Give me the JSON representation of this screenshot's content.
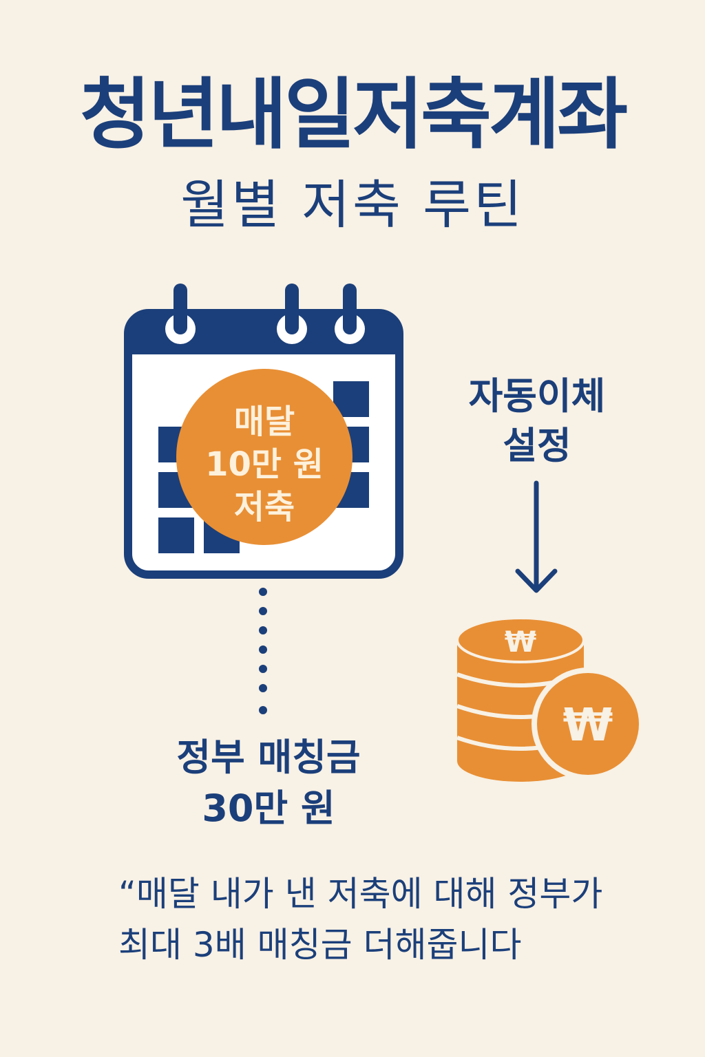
{
  "header": {
    "title": "청년내일저축계좌",
    "subtitle": "월별 저축 루틴"
  },
  "calendar": {
    "badge_line1": "매달",
    "badge_line2": "10만 원",
    "badge_line3": "저축"
  },
  "auto_transfer": {
    "line1": "자동이체",
    "line2": "설정"
  },
  "matching": {
    "line1": "정부 매칭금",
    "line2": "30만 원"
  },
  "coins": {
    "symbol": "₩"
  },
  "quote": {
    "line1": "“매달 내가 낸 저축에 대해 정부가",
    "line2": "최대 3배 매칭금 더해줍니다"
  },
  "colors": {
    "navy": "#1b3f7a",
    "orange": "#e88f35",
    "background": "#f8f1e5"
  }
}
